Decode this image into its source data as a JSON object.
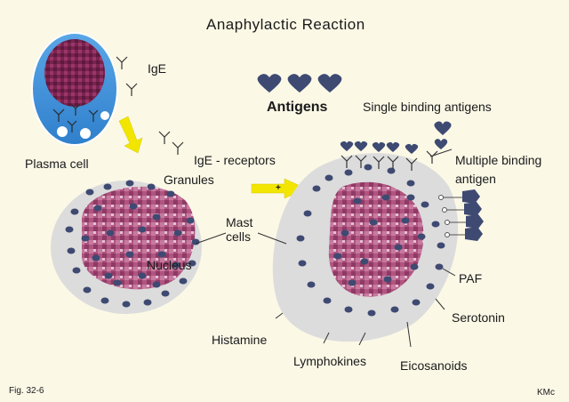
{
  "title": "Anaphylactic  Reaction",
  "labels": {
    "ige": "IgE",
    "antigens": "Antigens",
    "single_binding": "Single binding antigens",
    "multiple_binding_1": "Multiple binding",
    "multiple_binding_2": "antigen",
    "plasma_cell": "Plasma cell",
    "ige_receptors": "IgE - receptors",
    "granules": "Granules",
    "mast_1": "Mast",
    "mast_2": "cells",
    "nucleus": "Nucleus",
    "paf": "PAF",
    "serotonin": "Serotonin",
    "histamine": "Histamine",
    "lymphokines": "Lymphokines",
    "eicosanoids": "Eicosanoids",
    "plus": "+"
  },
  "footer": {
    "fig": "Fig. 32-6",
    "author": "KMc"
  },
  "colors": {
    "background": "#fbf8e6",
    "cell_fill": "#dcdcdc",
    "granule": "#3e4a72",
    "nucleus": "#a64a7a",
    "plasma_blue": "#3f8fd6",
    "arrow_yellow": "#f2e600",
    "antigen": "#3e4a72"
  }
}
